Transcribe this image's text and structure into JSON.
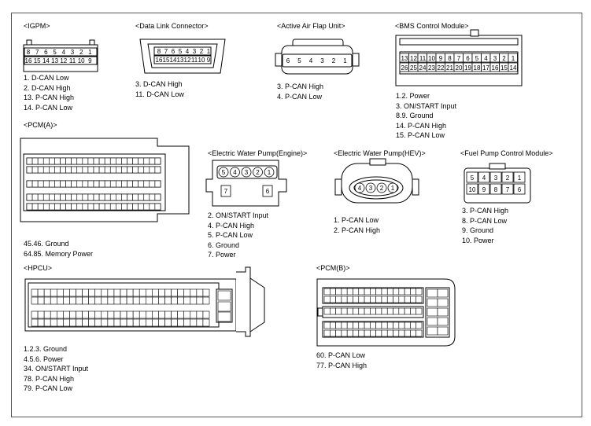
{
  "connectors": {
    "igpm": {
      "title": "<IGPM>",
      "pins_row1": [
        "8",
        "7",
        "6",
        "5",
        "4",
        "3",
        "2",
        "1"
      ],
      "pins_row2": [
        "16",
        "15",
        "14",
        "13",
        "12",
        "11",
        "10",
        "9"
      ],
      "list": [
        "1. D-CAN Low",
        "2. D-CAN High",
        "13. P-CAN High",
        "14. P-CAN Low"
      ]
    },
    "dlc": {
      "title": "<Data Link Connector>",
      "pins_row1": [
        "8",
        "7",
        "6",
        "5",
        "4",
        "3",
        "2",
        "1"
      ],
      "pins_row2": [
        "16",
        "15",
        "14",
        "13",
        "12",
        "11",
        "10",
        "9"
      ],
      "list": [
        "3. D-CAN High",
        "11. D-CAN Low"
      ]
    },
    "aaf": {
      "title": "<Active Air Flap Unit>",
      "pins": [
        "6",
        "5",
        "4",
        "3",
        "2",
        "1"
      ],
      "list": [
        "3. P-CAN High",
        "4. P-CAN Low"
      ]
    },
    "bms": {
      "title": "<BMS Control Module>",
      "pins_row1": [
        "13",
        "12",
        "11",
        "10",
        "9",
        "8",
        "7",
        "6",
        "5",
        "4",
        "3",
        "2",
        "1"
      ],
      "pins_row2": [
        "26",
        "25",
        "24",
        "23",
        "22",
        "21",
        "20",
        "19",
        "18",
        "17",
        "16",
        "15",
        "14"
      ],
      "list": [
        "1.2. Power",
        "3. ON/START Input",
        "8.9. Ground",
        "14. P-CAN High",
        "15. P-CAN Low"
      ]
    },
    "pcm_a": {
      "title": "<PCM(A)>",
      "list": [
        "45.46. Ground",
        "64.85. Memory Power"
      ]
    },
    "ewp_engine": {
      "title": "<Electric Water Pump(Engine)>",
      "pins_top": [
        "5",
        "4",
        "3",
        "2",
        "1"
      ],
      "pin_left": "7",
      "pin_right": "6",
      "list": [
        "2. ON/START Input",
        "4. P-CAN High",
        "5. P-CAN Low",
        "6. Ground",
        "7. Power"
      ]
    },
    "ewp_hev": {
      "title": "<Electric Water Pump(HEV)>",
      "pins": [
        "4",
        "3",
        "2",
        "1"
      ],
      "list": [
        "1. P-CAN Low",
        "2. P-CAN High"
      ]
    },
    "fpcm": {
      "title": "<Fuel Pump Control Module>",
      "pins_row1": [
        "5",
        "4",
        "3",
        "2",
        "1"
      ],
      "pins_row2": [
        "10",
        "9",
        "8",
        "7",
        "6"
      ],
      "list": [
        "3. P-CAN High",
        "8. P-CAN Low",
        "9. Ground",
        "10. Power"
      ]
    },
    "hpcu": {
      "title": "<HPCU>",
      "list": [
        "1.2.3. Ground",
        "4.5.6. Power",
        "34. ON/START Input",
        "78. P-CAN High",
        "79. P-CAN Low"
      ]
    },
    "pcm_b": {
      "title": "<PCM(B)>",
      "list": [
        "60. P-CAN Low",
        "77. P-CAN High"
      ]
    }
  }
}
